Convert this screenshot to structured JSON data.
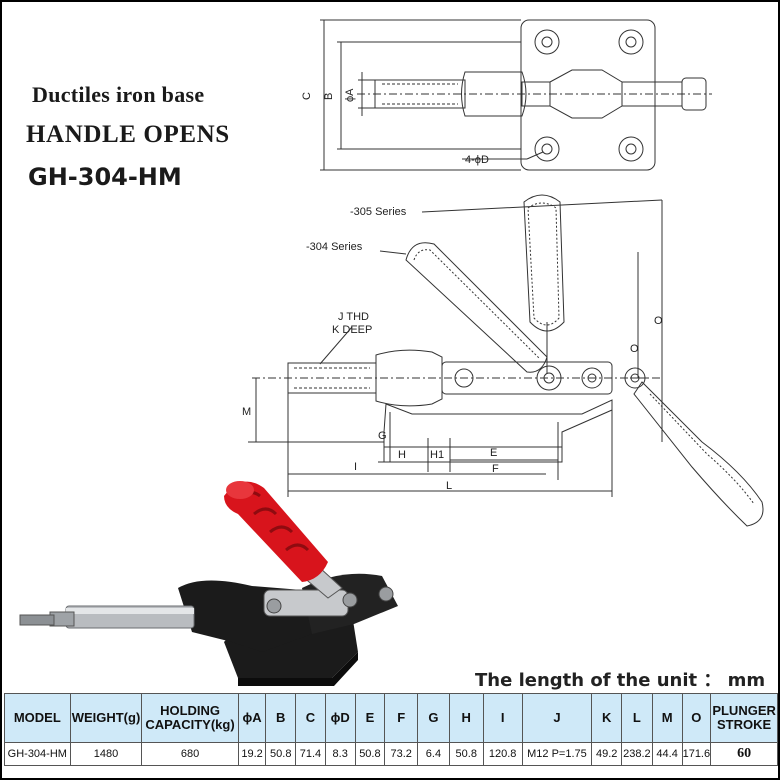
{
  "header": {
    "line1": "Ductiles iron base",
    "line2": "HANDLE OPENS",
    "line3": "GH-304-HM"
  },
  "unit_note": "The length of the unit ： mm",
  "drawing_labels": {
    "C": "C",
    "B": "B",
    "phiA": "ϕA",
    "holes": "4-ϕD",
    "series305": "-305 Series",
    "series304": "-304 Series",
    "thd": "J  THD",
    "deep": "K DEEP",
    "O1": "O",
    "O2": "O",
    "M": "M",
    "G": "G",
    "H": "H",
    "H1": "H1",
    "E": "E",
    "I": "I",
    "F": "F",
    "L": "L"
  },
  "table": {
    "headers": [
      "MODEL",
      "WEIGHT(g)",
      "HOLDING CAPACITY(kg)",
      "ϕA",
      "B",
      "C",
      "ϕD",
      "E",
      "F",
      "G",
      "H",
      "I",
      "J",
      "K",
      "L",
      "M",
      "O",
      "PLUNGER STROKE"
    ],
    "rows": [
      [
        "GH-304-HM",
        "1480",
        "680",
        "19.2",
        "50.8",
        "71.4",
        "8.3",
        "50.8",
        "73.2",
        "6.4",
        "50.8",
        "120.8",
        "M12 P=1.75",
        "49.2",
        "238.2",
        "44.4",
        "171.6",
        "60"
      ]
    ]
  },
  "colors": {
    "header_bg": "#cfe9f8",
    "handle_grip": "#d8141c",
    "body_metal": "#1b1b1b",
    "plunger": "#b9bcc0"
  }
}
